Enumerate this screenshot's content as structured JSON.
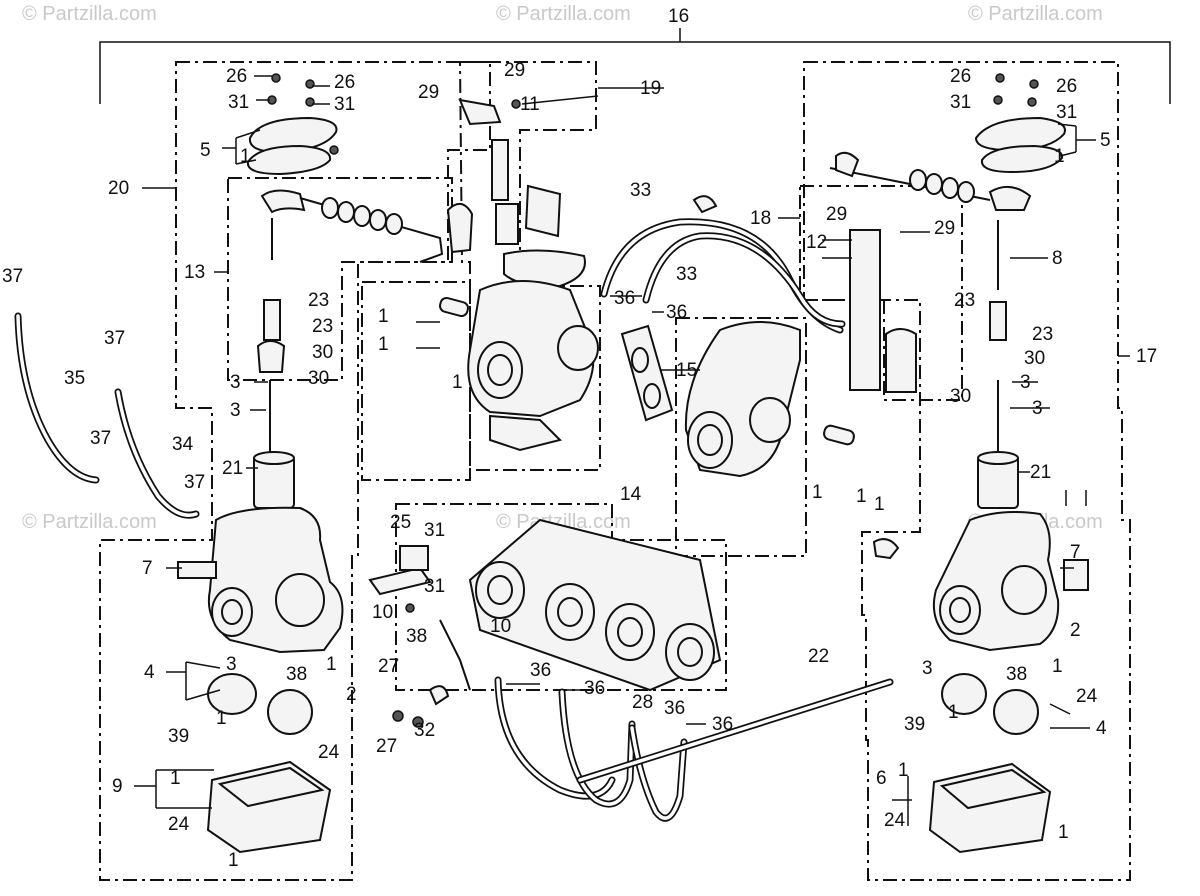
{
  "watermarks": [
    "© Partzilla.com",
    "© Partzilla.com",
    "© Partzilla.com",
    "© Partzilla.com",
    "© Partzilla.com",
    "© Partzilla.com"
  ],
  "labels": [
    {
      "id": "16",
      "text": "16"
    },
    {
      "id": "19",
      "text": "19"
    },
    {
      "id": "17",
      "text": "17"
    },
    {
      "id": "20",
      "text": "20"
    },
    {
      "id": "18",
      "text": "18"
    },
    {
      "id": "14",
      "text": "14"
    },
    {
      "id": "22",
      "text": "22"
    },
    {
      "id": "26a",
      "text": "26"
    },
    {
      "id": "26b",
      "text": "26"
    },
    {
      "id": "31a",
      "text": "31"
    },
    {
      "id": "31b",
      "text": "31"
    },
    {
      "id": "5a",
      "text": "5"
    },
    {
      "id": "1a",
      "text": "1"
    },
    {
      "id": "13",
      "text": "13"
    },
    {
      "id": "23a",
      "text": "23"
    },
    {
      "id": "23b",
      "text": "23"
    },
    {
      "id": "30a",
      "text": "30"
    },
    {
      "id": "30b",
      "text": "30"
    },
    {
      "id": "3a",
      "text": "3"
    },
    {
      "id": "3b",
      "text": "3"
    },
    {
      "id": "21a",
      "text": "21"
    },
    {
      "id": "37a",
      "text": "37"
    },
    {
      "id": "35",
      "text": "35"
    },
    {
      "id": "37b",
      "text": "37"
    },
    {
      "id": "37c",
      "text": "37"
    },
    {
      "id": "34",
      "text": "34"
    },
    {
      "id": "37d",
      "text": "37"
    },
    {
      "id": "7a",
      "text": "7"
    },
    {
      "id": "4a",
      "text": "4"
    },
    {
      "id": "3c",
      "text": "3"
    },
    {
      "id": "38a",
      "text": "38"
    },
    {
      "id": "1b",
      "text": "1"
    },
    {
      "id": "2a",
      "text": "2"
    },
    {
      "id": "1c",
      "text": "1"
    },
    {
      "id": "24a",
      "text": "24"
    },
    {
      "id": "39a",
      "text": "39"
    },
    {
      "id": "9",
      "text": "9"
    },
    {
      "id": "1d",
      "text": "1"
    },
    {
      "id": "24b",
      "text": "24"
    },
    {
      "id": "1e",
      "text": "1"
    },
    {
      "id": "29a",
      "text": "29"
    },
    {
      "id": "29b",
      "text": "29"
    },
    {
      "id": "11",
      "text": "11"
    },
    {
      "id": "1f",
      "text": "1"
    },
    {
      "id": "1g",
      "text": "1"
    },
    {
      "id": "1h",
      "text": "1"
    },
    {
      "id": "33a",
      "text": "33"
    },
    {
      "id": "33b",
      "text": "33"
    },
    {
      "id": "36a",
      "text": "36"
    },
    {
      "id": "36b",
      "text": "36"
    },
    {
      "id": "15",
      "text": "15"
    },
    {
      "id": "25",
      "text": "25"
    },
    {
      "id": "31c",
      "text": "31"
    },
    {
      "id": "31d",
      "text": "31"
    },
    {
      "id": "10a",
      "text": "10"
    },
    {
      "id": "10b",
      "text": "10"
    },
    {
      "id": "38b",
      "text": "38"
    },
    {
      "id": "27a",
      "text": "27"
    },
    {
      "id": "27b",
      "text": "27"
    },
    {
      "id": "32",
      "text": "32"
    },
    {
      "id": "36c",
      "text": "36"
    },
    {
      "id": "36d",
      "text": "36"
    },
    {
      "id": "28",
      "text": "28"
    },
    {
      "id": "36e",
      "text": "36"
    },
    {
      "id": "36f",
      "text": "36"
    },
    {
      "id": "26c",
      "text": "26"
    },
    {
      "id": "26d",
      "text": "26"
    },
    {
      "id": "31e",
      "text": "31"
    },
    {
      "id": "31f",
      "text": "31"
    },
    {
      "id": "5b",
      "text": "5"
    },
    {
      "id": "1i",
      "text": "1"
    },
    {
      "id": "29c",
      "text": "29"
    },
    {
      "id": "29d",
      "text": "29"
    },
    {
      "id": "12",
      "text": "12"
    },
    {
      "id": "8",
      "text": "8"
    },
    {
      "id": "23c",
      "text": "23"
    },
    {
      "id": "23d",
      "text": "23"
    },
    {
      "id": "30c",
      "text": "30"
    },
    {
      "id": "30d",
      "text": "30"
    },
    {
      "id": "3d",
      "text": "3"
    },
    {
      "id": "3e",
      "text": "3"
    },
    {
      "id": "21b",
      "text": "21"
    },
    {
      "id": "1j",
      "text": "1"
    },
    {
      "id": "1k",
      "text": "1"
    },
    {
      "id": "1l",
      "text": "1"
    },
    {
      "id": "7b",
      "text": "7"
    },
    {
      "id": "2b",
      "text": "2"
    },
    {
      "id": "3f",
      "text": "3"
    },
    {
      "id": "38c",
      "text": "38"
    },
    {
      "id": "1m",
      "text": "1"
    },
    {
      "id": "24c",
      "text": "24"
    },
    {
      "id": "39b",
      "text": "39"
    },
    {
      "id": "1n",
      "text": "1"
    },
    {
      "id": "4b",
      "text": "4"
    },
    {
      "id": "6",
      "text": "6"
    },
    {
      "id": "1o",
      "text": "1"
    },
    {
      "id": "24d",
      "text": "24"
    },
    {
      "id": "1p",
      "text": "1"
    }
  ]
}
